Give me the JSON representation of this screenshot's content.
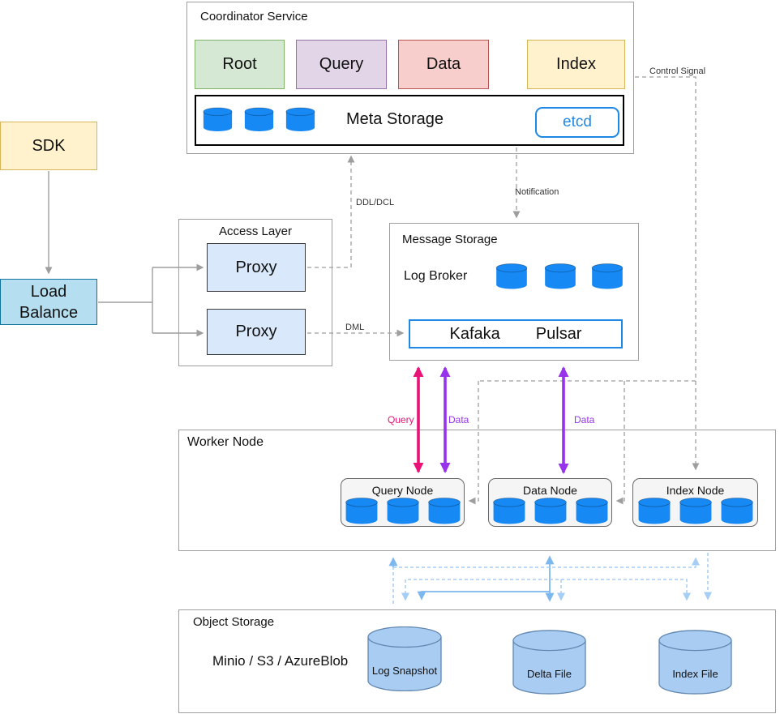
{
  "coordinator": {
    "title": "Coordinator Service",
    "modules": [
      {
        "label": "Root",
        "fill": "#d5e8d4",
        "border": "#82b366"
      },
      {
        "label": "Query",
        "fill": "#e1d5e7",
        "border": "#9673a6"
      },
      {
        "label": "Data",
        "fill": "#f8cecc",
        "border": "#b85450"
      },
      {
        "label": "Index",
        "fill": "#fff2cc",
        "border": "#d6b656"
      }
    ],
    "meta": {
      "label": "Meta Storage",
      "etcd": "etcd"
    }
  },
  "sdk": {
    "label": "SDK"
  },
  "load_balance": {
    "line1": "Load",
    "line2": "Balance"
  },
  "access_layer": {
    "title": "Access Layer",
    "proxies": [
      {
        "label": "Proxy"
      },
      {
        "label": "Proxy"
      }
    ]
  },
  "message_storage": {
    "title": "Message Storage",
    "log_broker": "Log Broker",
    "brokers": {
      "kafka": "Kafaka",
      "pulsar": "Pulsar"
    }
  },
  "worker": {
    "title": "Worker Node",
    "nodes": [
      {
        "label": "Query Node"
      },
      {
        "label": "Data Node"
      },
      {
        "label": "Index Node"
      }
    ]
  },
  "object_storage": {
    "title": "Object Storage",
    "subtitle": "Minio / S3 / AzureBlob",
    "stores": [
      {
        "label": "Log Snapshot"
      },
      {
        "label": "Delta File"
      },
      {
        "label": "Index File"
      }
    ]
  },
  "edge_labels": {
    "ddl": "DDL/DCL",
    "notification": "Notification",
    "dml": "DML",
    "control": "Control Signal",
    "query": "Query",
    "data_left": "Data",
    "data_right": "Data"
  },
  "colors": {
    "db_blue": "#1789f5",
    "magenta": "#ea1277",
    "purple": "#9633eb",
    "light_blue_solid": "#7cb7f0",
    "light_blue_dashed": "#a6cef5",
    "etcd_blue": "#1e88e5",
    "store_cyl_fill": "#a9ccf3"
  }
}
